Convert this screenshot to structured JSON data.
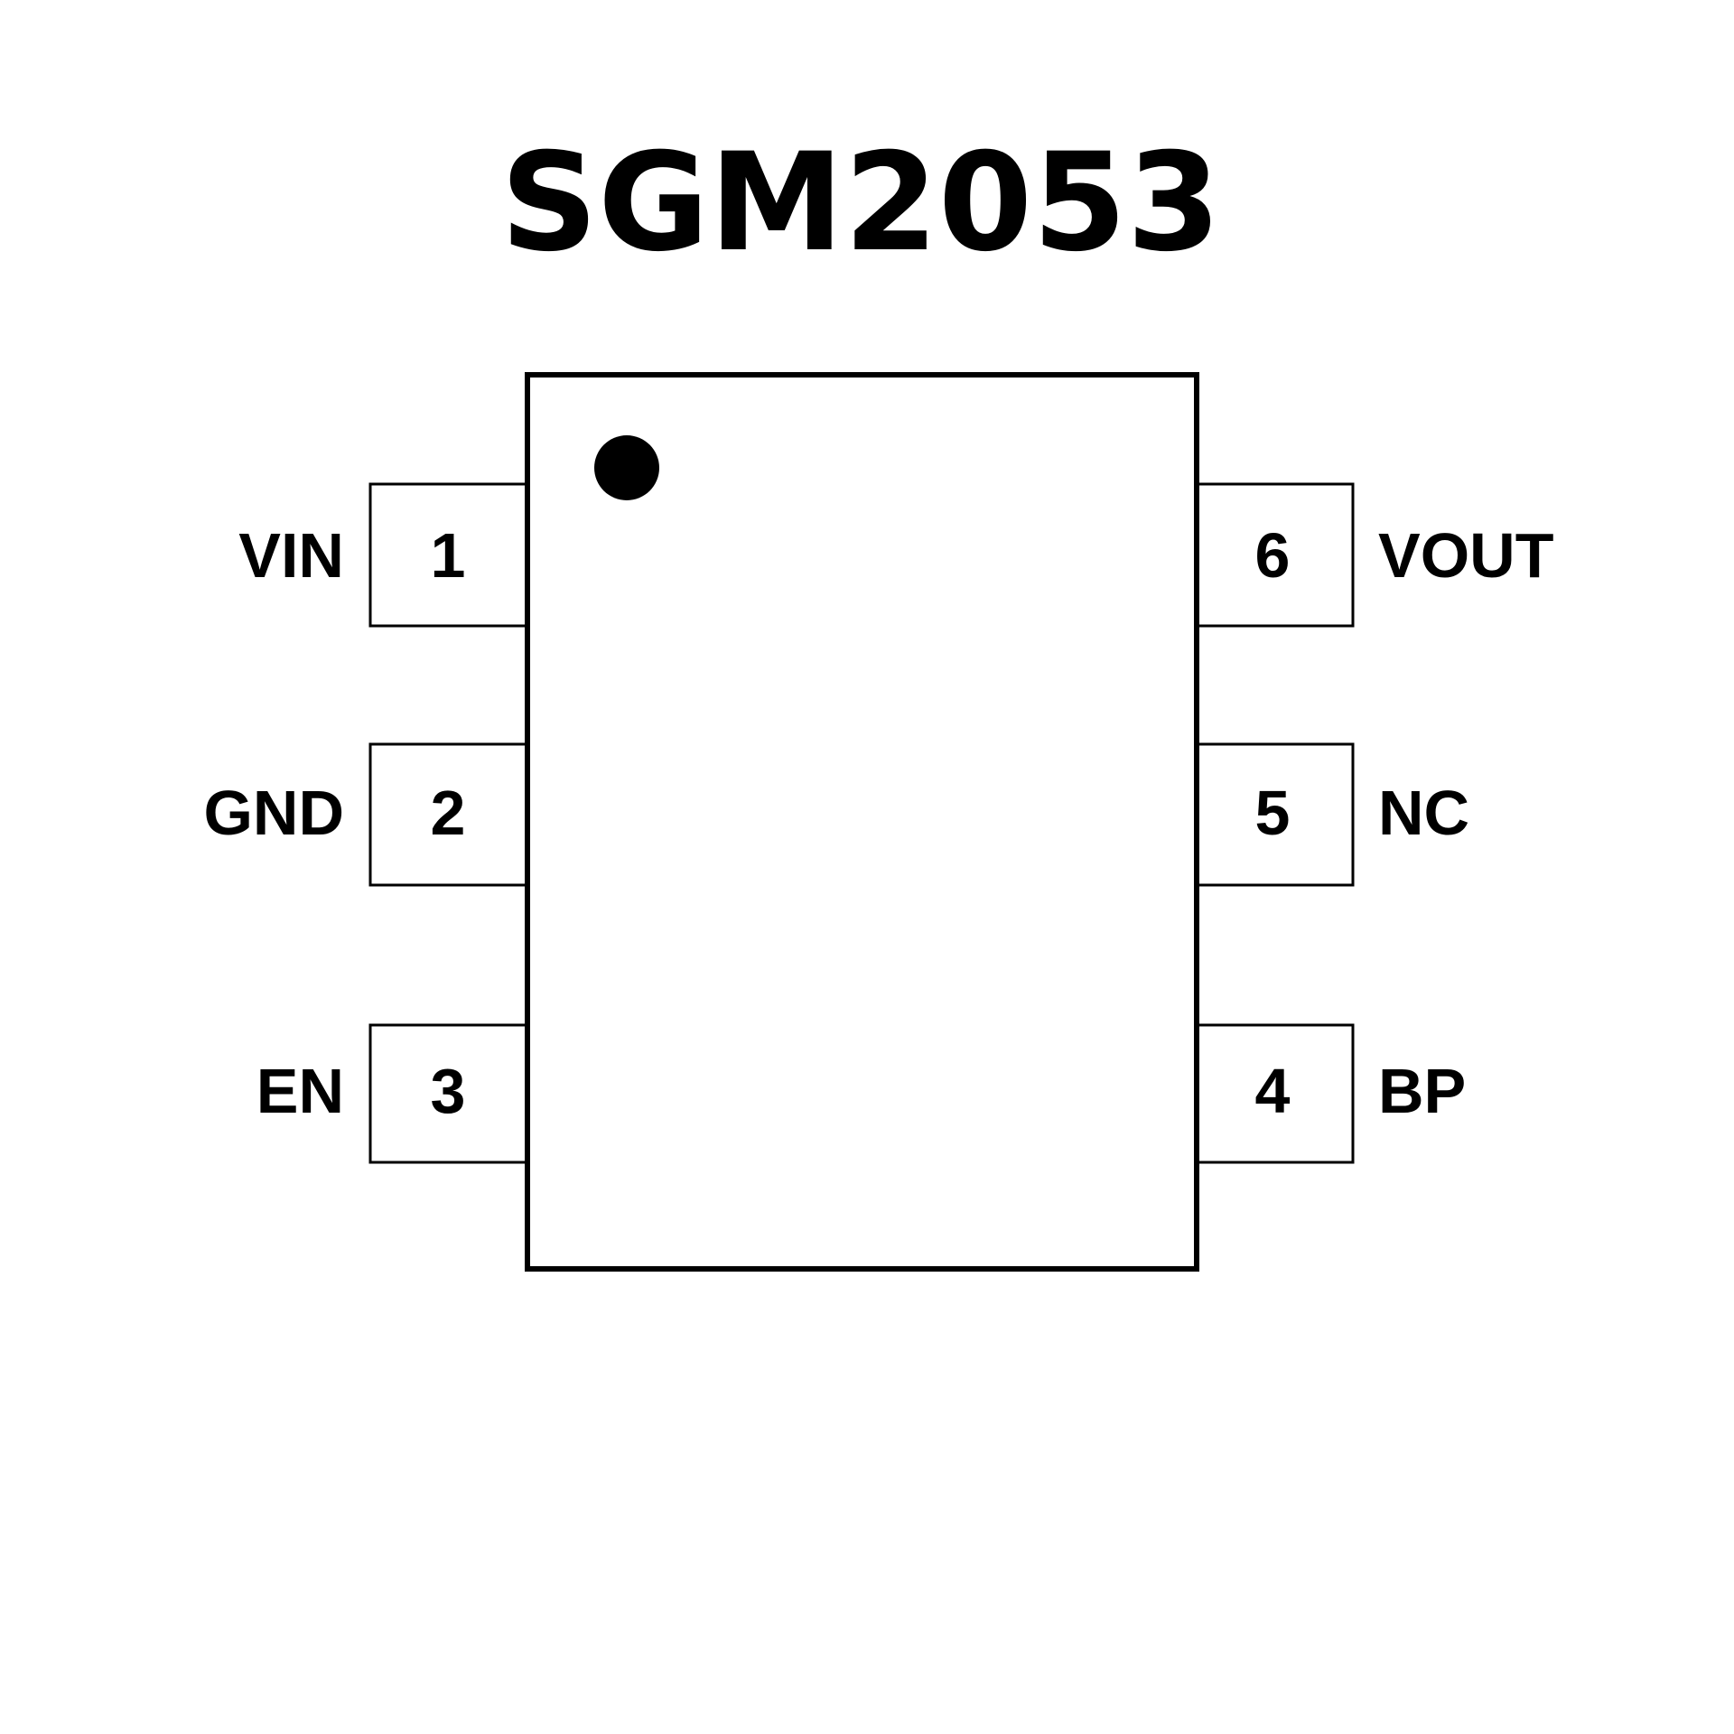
{
  "title": "SGM2053",
  "colors": {
    "stroke": "#000000",
    "background": "#ffffff"
  },
  "pins_left": [
    {
      "number": "1",
      "name": "VIN"
    },
    {
      "number": "2",
      "name": "GND"
    },
    {
      "number": "3",
      "name": "EN"
    }
  ],
  "pins_right": [
    {
      "number": "6",
      "name": "VOUT"
    },
    {
      "number": "5",
      "name": "NC"
    },
    {
      "number": "4",
      "name": "BP"
    }
  ]
}
